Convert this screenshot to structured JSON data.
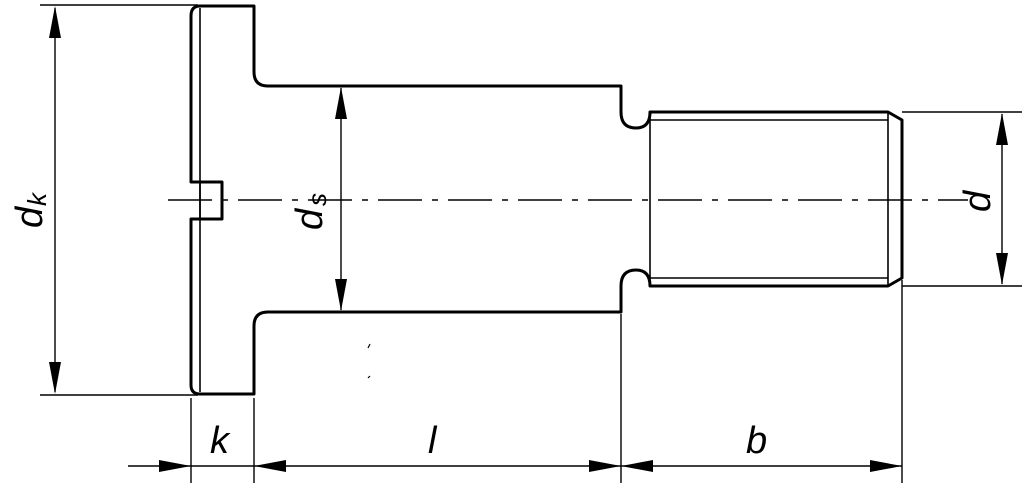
{
  "labels": {
    "head_diameter": "d",
    "head_diameter_sub": "k",
    "shank_diameter": "d",
    "shank_diameter_sub": "s",
    "thread_diameter": "d",
    "head_height": "k",
    "shank_length": "l",
    "thread_length": "b"
  }
}
